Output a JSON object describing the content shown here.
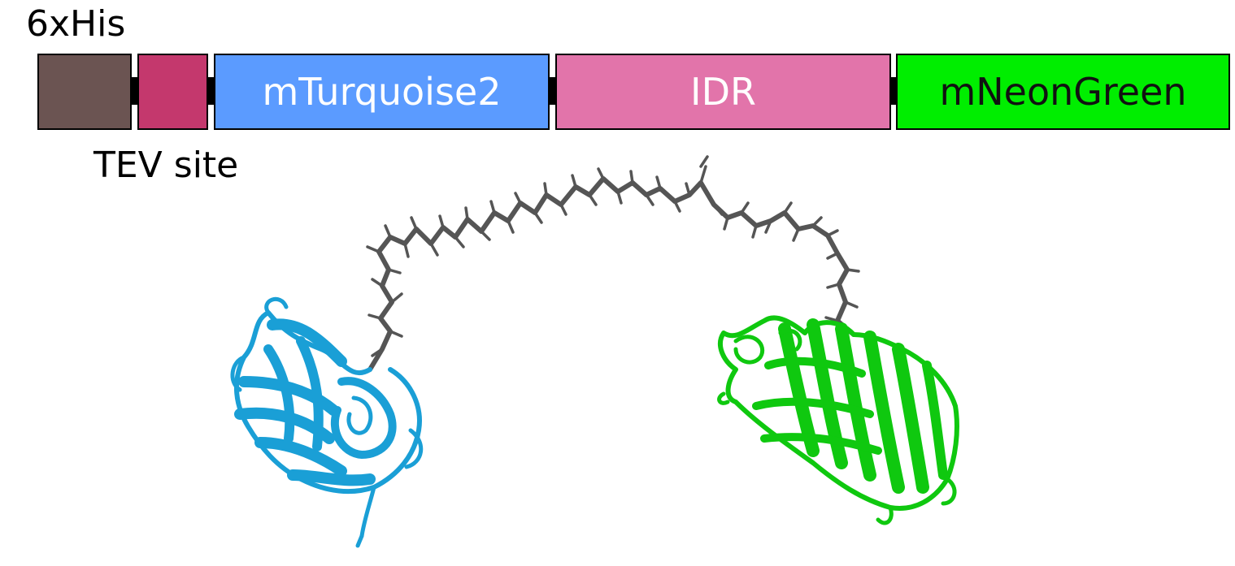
{
  "construct": {
    "tag_label": "6xHis",
    "tev_label": "TEV site",
    "domains": [
      {
        "id": "his",
        "label": "",
        "color": "#6b5452"
      },
      {
        "id": "tev",
        "label": "",
        "color": "#c4386d"
      },
      {
        "id": "mturq",
        "label": "mTurquoise2",
        "color": "#5b9bff"
      },
      {
        "id": "idr",
        "label": "IDR",
        "color": "#e274aa"
      },
      {
        "id": "mneon",
        "label": "mNeonGreen",
        "color": "#00ee00"
      }
    ],
    "linker_color": "#000000"
  },
  "structure": {
    "mturquoise2_color": "#1a9fd6",
    "mneongreen_color": "#0fc80f",
    "idr_color": "#555555"
  }
}
